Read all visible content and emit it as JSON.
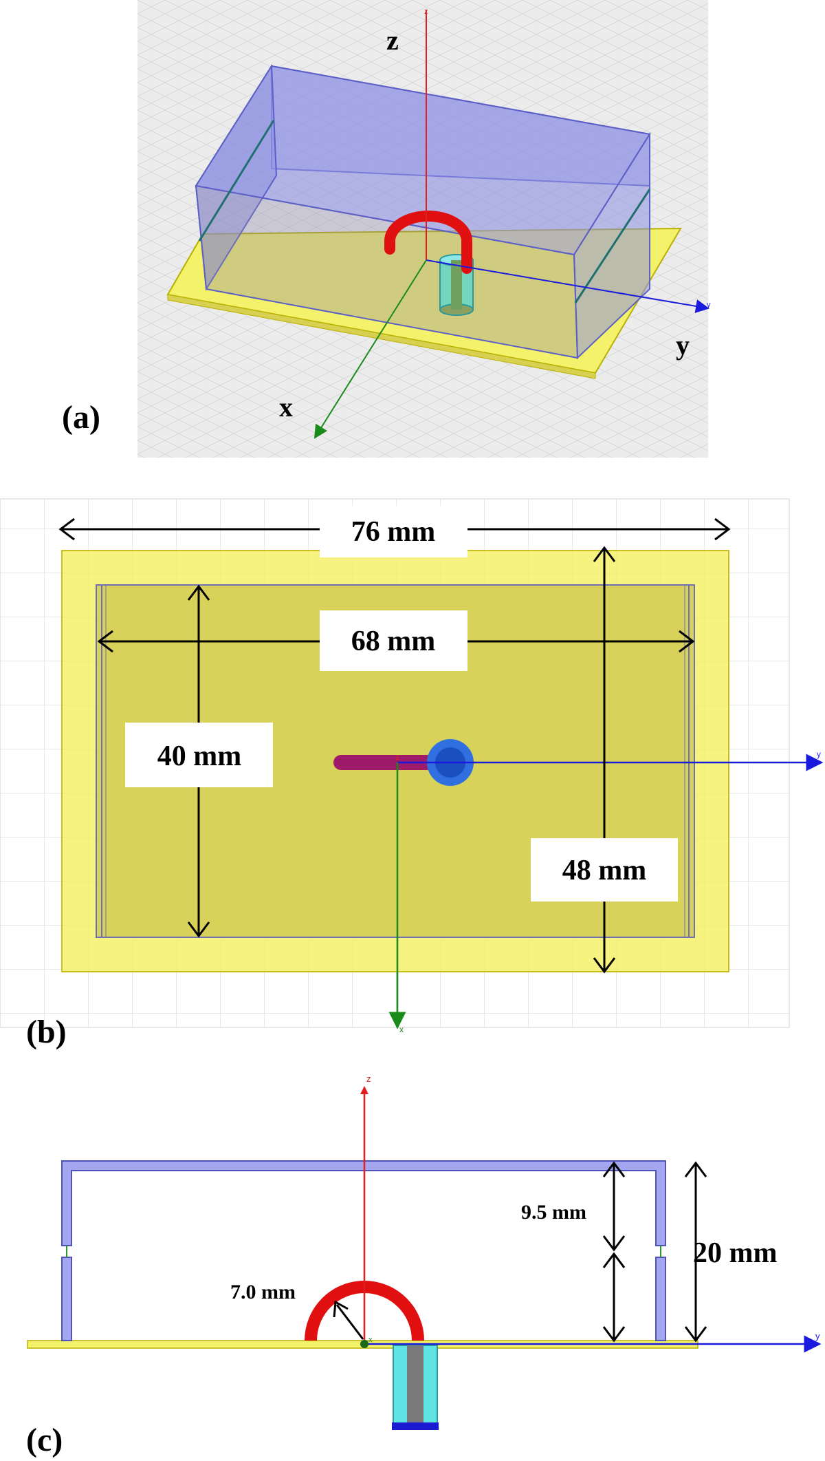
{
  "panel_a": {
    "label": "(a)",
    "axes": {
      "x": "x",
      "y": "y",
      "z": "z",
      "x_tick": "x",
      "y_tick": "y",
      "z_tick": "z"
    }
  },
  "panel_b": {
    "label": "(b)",
    "dims": {
      "outer_width": "76 mm",
      "inner_width": "68 mm",
      "inner_height": "40 mm",
      "outer_height": "48 mm"
    },
    "axes": {
      "y_tick": "y",
      "x_tick": "x",
      "z_tick": "z"
    }
  },
  "panel_c": {
    "label": "(c)",
    "dims": {
      "gap_height": "9.5 mm",
      "total_height": "20 mm",
      "loop_radius": "7.0 mm"
    },
    "axes": {
      "z_tick": "z",
      "y_tick": "y",
      "x_tick": "x"
    }
  },
  "colors": {
    "substrate": "#f4f16a",
    "cover": "#7b7fd6",
    "loop": "#e01010",
    "coax": "#4fd7d7",
    "x_axis": "#1a8a1a",
    "y_axis": "#1a1adf",
    "z_axis": "#e02020"
  }
}
